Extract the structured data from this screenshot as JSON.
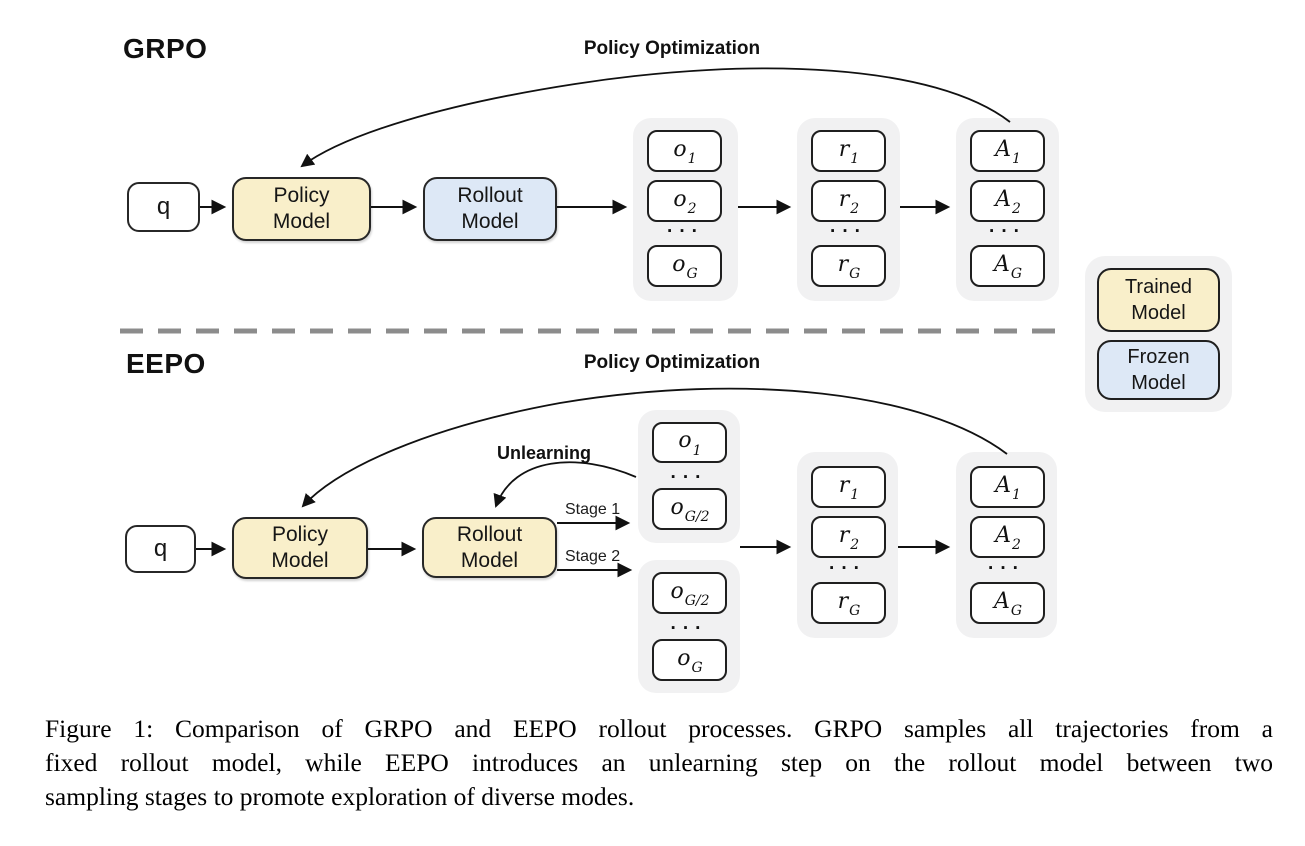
{
  "colors": {
    "trained_fill": "#f9efca",
    "frozen_fill": "#dde8f6",
    "group_fill": "#f1f1f2",
    "divider": "#8c8c8c",
    "arrow": "#111111"
  },
  "grpo": {
    "section_label": "GRPO",
    "policy_optimization_label": "Policy Optimization",
    "query_label": "q",
    "policy_model_label": "Policy\nModel",
    "rollout_model_label": "Rollout\nModel",
    "outputs": {
      "items": [
        {
          "base": "o",
          "sub": "1"
        },
        {
          "base": "o",
          "sub": "2"
        },
        {
          "dots": "···"
        },
        {
          "base": "o",
          "sub": "G"
        }
      ]
    },
    "rewards": {
      "items": [
        {
          "base": "r",
          "sub": "1"
        },
        {
          "base": "r",
          "sub": "2"
        },
        {
          "dots": "···"
        },
        {
          "base": "r",
          "sub": "G"
        }
      ]
    },
    "advantages": {
      "items": [
        {
          "base": "A",
          "sub": "1"
        },
        {
          "base": "A",
          "sub": "2"
        },
        {
          "dots": "···"
        },
        {
          "base": "A",
          "sub": "G"
        }
      ]
    }
  },
  "eepo": {
    "section_label": "EEPO",
    "policy_optimization_label": "Policy Optimization",
    "unlearning_label": "Unlearning",
    "stage1_label": "Stage 1",
    "stage2_label": "Stage 2",
    "query_label": "q",
    "policy_model_label": "Policy\nModel",
    "rollout_model_label": "Rollout\nModel",
    "stage1_outputs": {
      "items": [
        {
          "base": "o",
          "sub": "1"
        },
        {
          "dots": "···"
        },
        {
          "base": "o",
          "sub": "G/2"
        }
      ]
    },
    "stage2_outputs": {
      "items": [
        {
          "base": "o",
          "sub": "G/2"
        },
        {
          "dots": "···"
        },
        {
          "base": "o",
          "sub": "G"
        }
      ]
    },
    "rewards": {
      "items": [
        {
          "base": "r",
          "sub": "1"
        },
        {
          "base": "r",
          "sub": "2"
        },
        {
          "dots": "···"
        },
        {
          "base": "r",
          "sub": "G"
        }
      ]
    },
    "advantages": {
      "items": [
        {
          "base": "A",
          "sub": "1"
        },
        {
          "base": "A",
          "sub": "2"
        },
        {
          "dots": "···"
        },
        {
          "base": "A",
          "sub": "G"
        }
      ]
    }
  },
  "legend": {
    "trained_label": "Trained\nModel",
    "frozen_label": "Frozen\nModel"
  },
  "caption": {
    "lines": [
      "Figure 1: Comparison of GRPO and EEPO rollout processes. GRPO samples all trajectories from a",
      "fixed rollout model, while EEPO introduces an unlearning step on the rollout model between two",
      "sampling stages to promote exploration of diverse modes."
    ]
  }
}
